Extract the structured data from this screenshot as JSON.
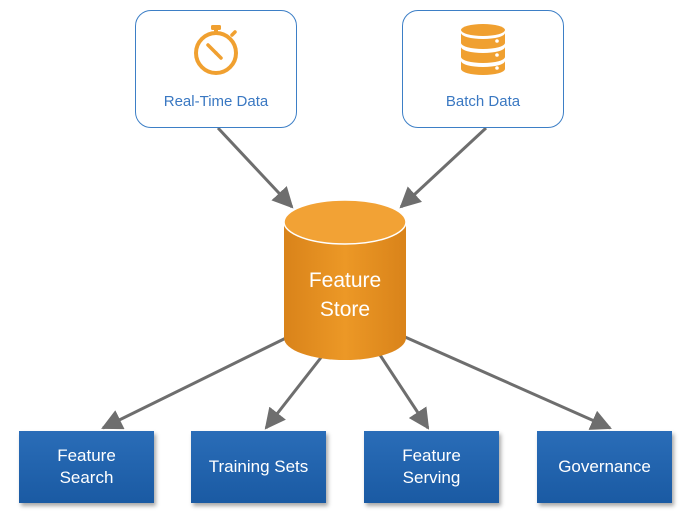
{
  "diagram": {
    "sources": [
      {
        "label": "Real-Time Data",
        "icon": "stopwatch-icon"
      },
      {
        "label": "Batch Data",
        "icon": "database-icon"
      }
    ],
    "hub": {
      "label": "Feature\nStore",
      "shape": "cylinder"
    },
    "destinations": [
      {
        "label": "Feature\nSearch"
      },
      {
        "label": "Training Sets"
      },
      {
        "label": "Feature\nServing"
      },
      {
        "label": "Governance"
      }
    ],
    "edges": [
      {
        "from": "Real-Time Data",
        "to": "Feature Store"
      },
      {
        "from": "Batch Data",
        "to": "Feature Store"
      },
      {
        "from": "Feature Store",
        "to": "Feature Search"
      },
      {
        "from": "Feature Store",
        "to": "Training Sets"
      },
      {
        "from": "Feature Store",
        "to": "Feature Serving"
      },
      {
        "from": "Feature Store",
        "to": "Governance"
      }
    ],
    "colors": {
      "source_border": "#3d7fc6",
      "source_text": "#3a78c2",
      "icon_orange": "#f0a030",
      "hub_fill": "#e8921f",
      "hub_top": "#f3a43a",
      "dest_fill": "#1f62ad",
      "arrow": "#6e6e6e"
    }
  }
}
